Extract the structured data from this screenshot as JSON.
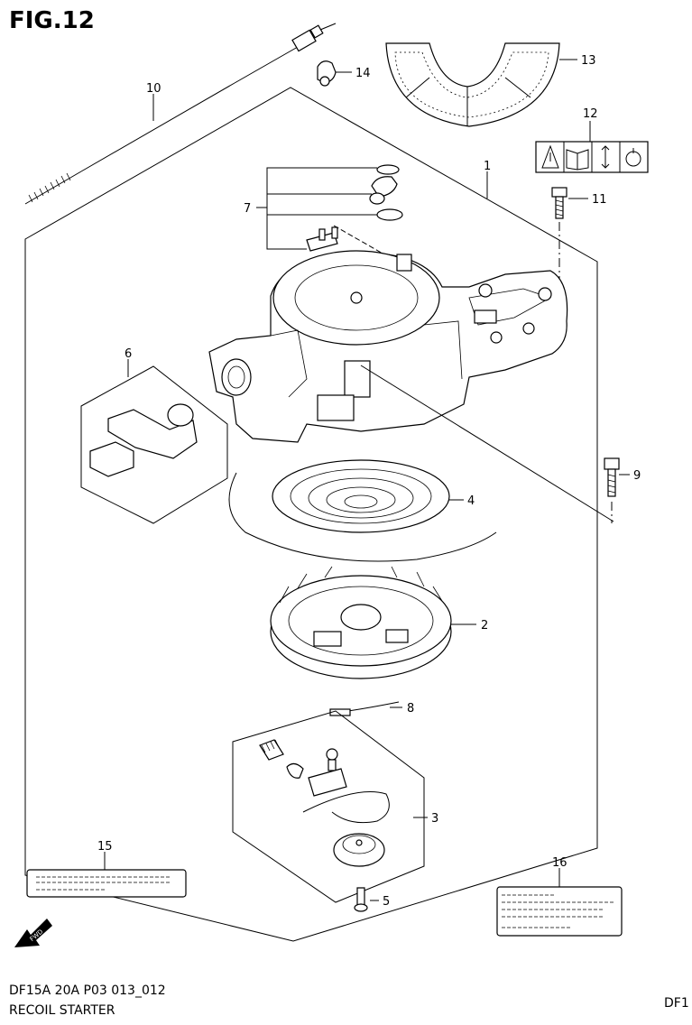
{
  "figure": {
    "title": "FIG.12"
  },
  "footer": {
    "code": "DF15A 20A P03 013_012",
    "name": "RECOIL STARTER",
    "corner": "DF1"
  },
  "callouts": [
    "1",
    "2",
    "3",
    "4",
    "5",
    "6",
    "7",
    "8",
    "9",
    "10",
    "11",
    "12",
    "13",
    "14",
    "15",
    "16"
  ],
  "icons": {
    "forward_arrow": "fwd-arrow-icon",
    "caution_label": "warning-triangle-icon",
    "manual_label": "open-book-icon"
  }
}
